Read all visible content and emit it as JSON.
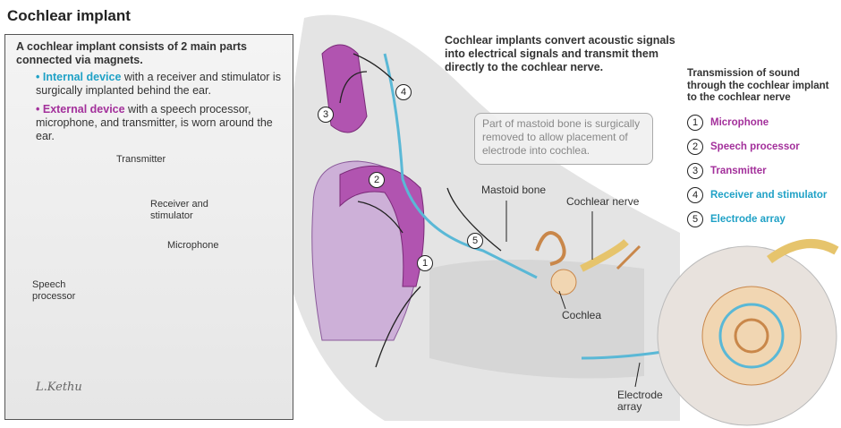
{
  "title": "Cochlear implant",
  "panel": {
    "intro": "A cochlear implant consists of 2 main parts connected via magnets.",
    "internal": {
      "term": "Internal device",
      "rest": " with a receiver and stimulator is surgically implanted behind the ear."
    },
    "external": {
      "term": "External device",
      "rest": " with a speech processor, microphone, and transmitter, is worn around the ear."
    },
    "labels": {
      "transmitter": "Transmitter",
      "receiver": "Receiver and stimulator",
      "microphone": "Microphone",
      "speech": "Speech processor"
    },
    "signature": "L.Kethu"
  },
  "main_text": "Cochlear implants convert acoustic signals into electrical signals and transmit them directly to the cochlear nerve.",
  "callout": "Part of mastoid bone is surgically removed to allow placement of electrode into cochlea.",
  "anatomy": {
    "mastoid": "Mastoid bone",
    "nerve": "Cochlear nerve",
    "cochlea": "Cochlea",
    "electrode": "Electrode array"
  },
  "markers": [
    "1",
    "2",
    "3",
    "4",
    "5"
  ],
  "legend": {
    "title": "Transmission of sound through the cochlear implant to the cochlear nerve",
    "items": [
      {
        "num": "1",
        "label": "Microphone",
        "color": "#a3309b"
      },
      {
        "num": "2",
        "label": "Speech processor",
        "color": "#a3309b"
      },
      {
        "num": "3",
        "label": "Transmitter",
        "color": "#a3309b"
      },
      {
        "num": "4",
        "label": "Receiver and stimulator",
        "color": "#1fa1c6"
      },
      {
        "num": "5",
        "label": "Electrode array",
        "color": "#1fa1c6"
      }
    ]
  },
  "colors": {
    "external": "#a3309b",
    "internal": "#1fa1c6"
  }
}
